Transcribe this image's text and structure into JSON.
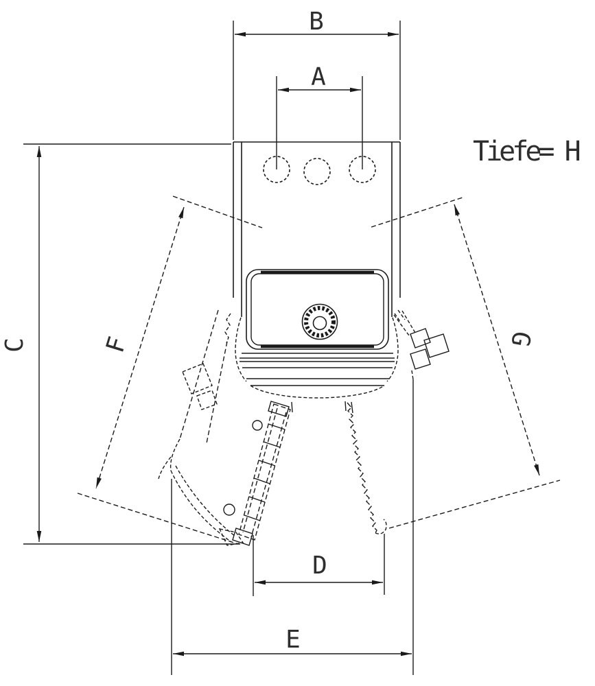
{
  "page": {
    "background_color": "#ffffff",
    "line_color": "#1a1a1a",
    "label_color": "#2e2e2e"
  },
  "labels": {
    "dim_a": "A",
    "dim_b": "B",
    "dim_c": "C",
    "dim_d": "D",
    "dim_e": "E",
    "dim_f": "F",
    "dim_g": "G",
    "depth_note": "Tiefe= H"
  }
}
